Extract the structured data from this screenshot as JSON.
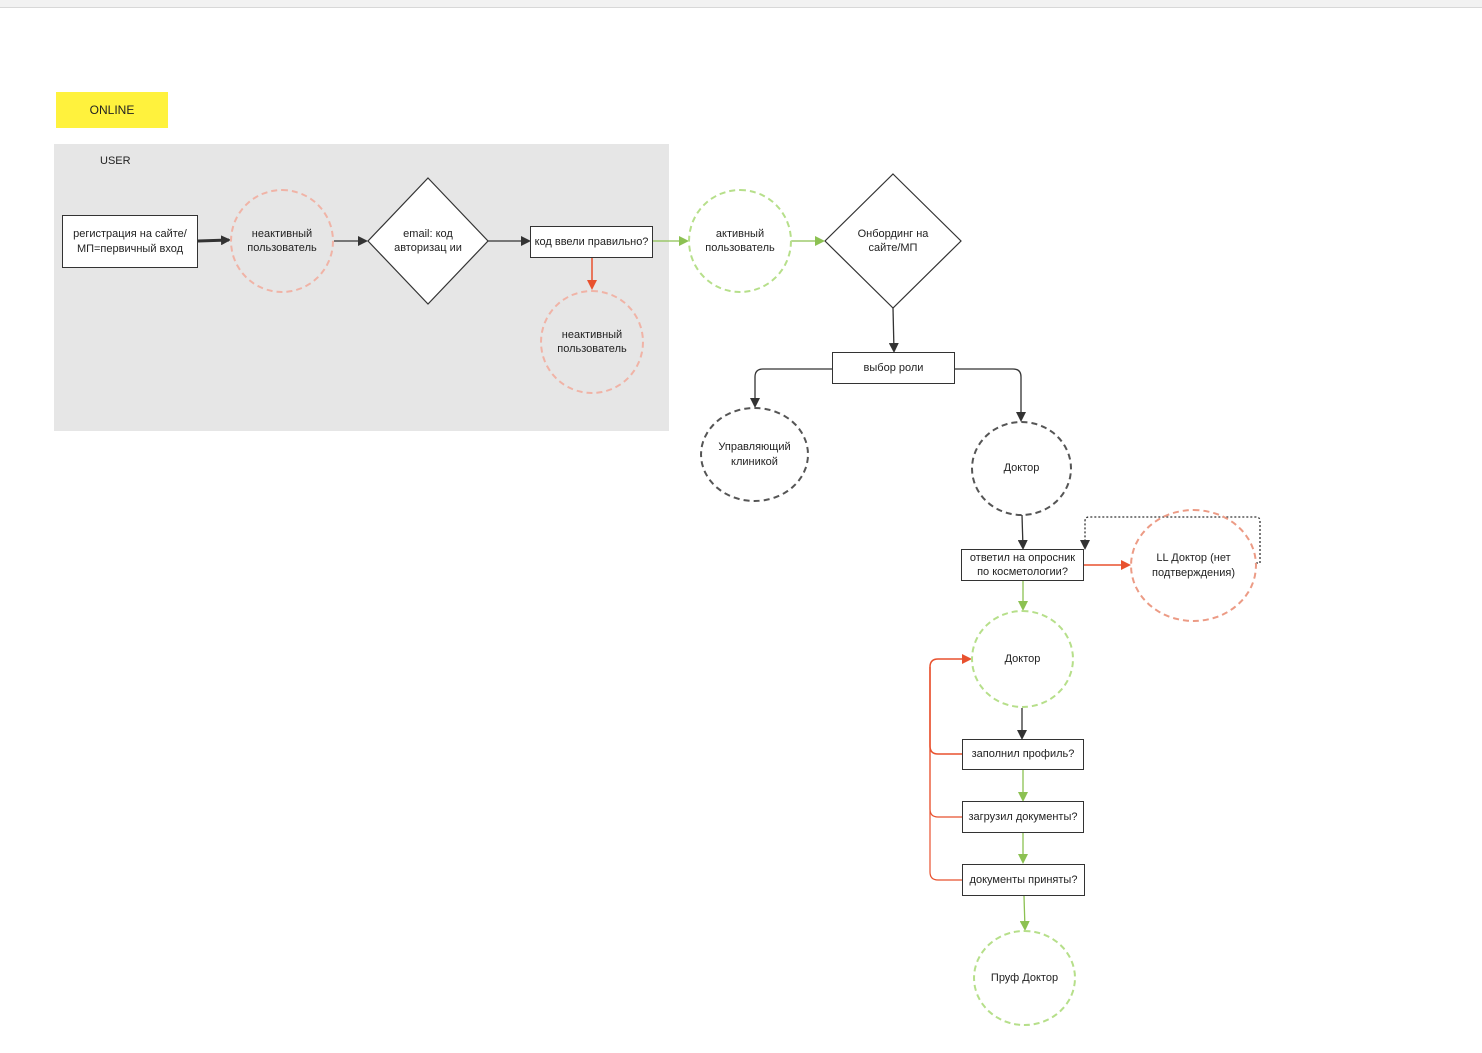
{
  "tag": {
    "label": "ONLINE",
    "color": "#fff23d"
  },
  "frame": {
    "title": "USER"
  },
  "nodes": {
    "registration": "регистрация на сайте/ МП=первичный вход",
    "inactive_1": "неактивный пользователь",
    "email_code": "email: код авторизац ии",
    "code_correct": "код ввели правильно?",
    "inactive_2": "неактивный пользователь",
    "active_user": "активный пользователь",
    "onboarding": "Онбординг на сайте/МП",
    "role_choice": "выбор роли",
    "clinic_manager": "Управляющий клиникой",
    "doctor_1": "Доктор",
    "questionnaire": "ответил на опросник по косметологии?",
    "ll_doctor": "LL Доктор (нет подтверждения)",
    "doctor_2": "Доктор",
    "profile_filled": "заполнил профиль?",
    "docs_uploaded": "загрузил документы?",
    "docs_accepted": "документы приняты?",
    "proof_doctor": "Пруф Доктор"
  },
  "colors": {
    "edge_default": "#333333",
    "edge_success": "#8cc152",
    "edge_fail": "#e8512e",
    "node_inactive": "#f0b3a6",
    "node_active": "#b6df8a"
  }
}
